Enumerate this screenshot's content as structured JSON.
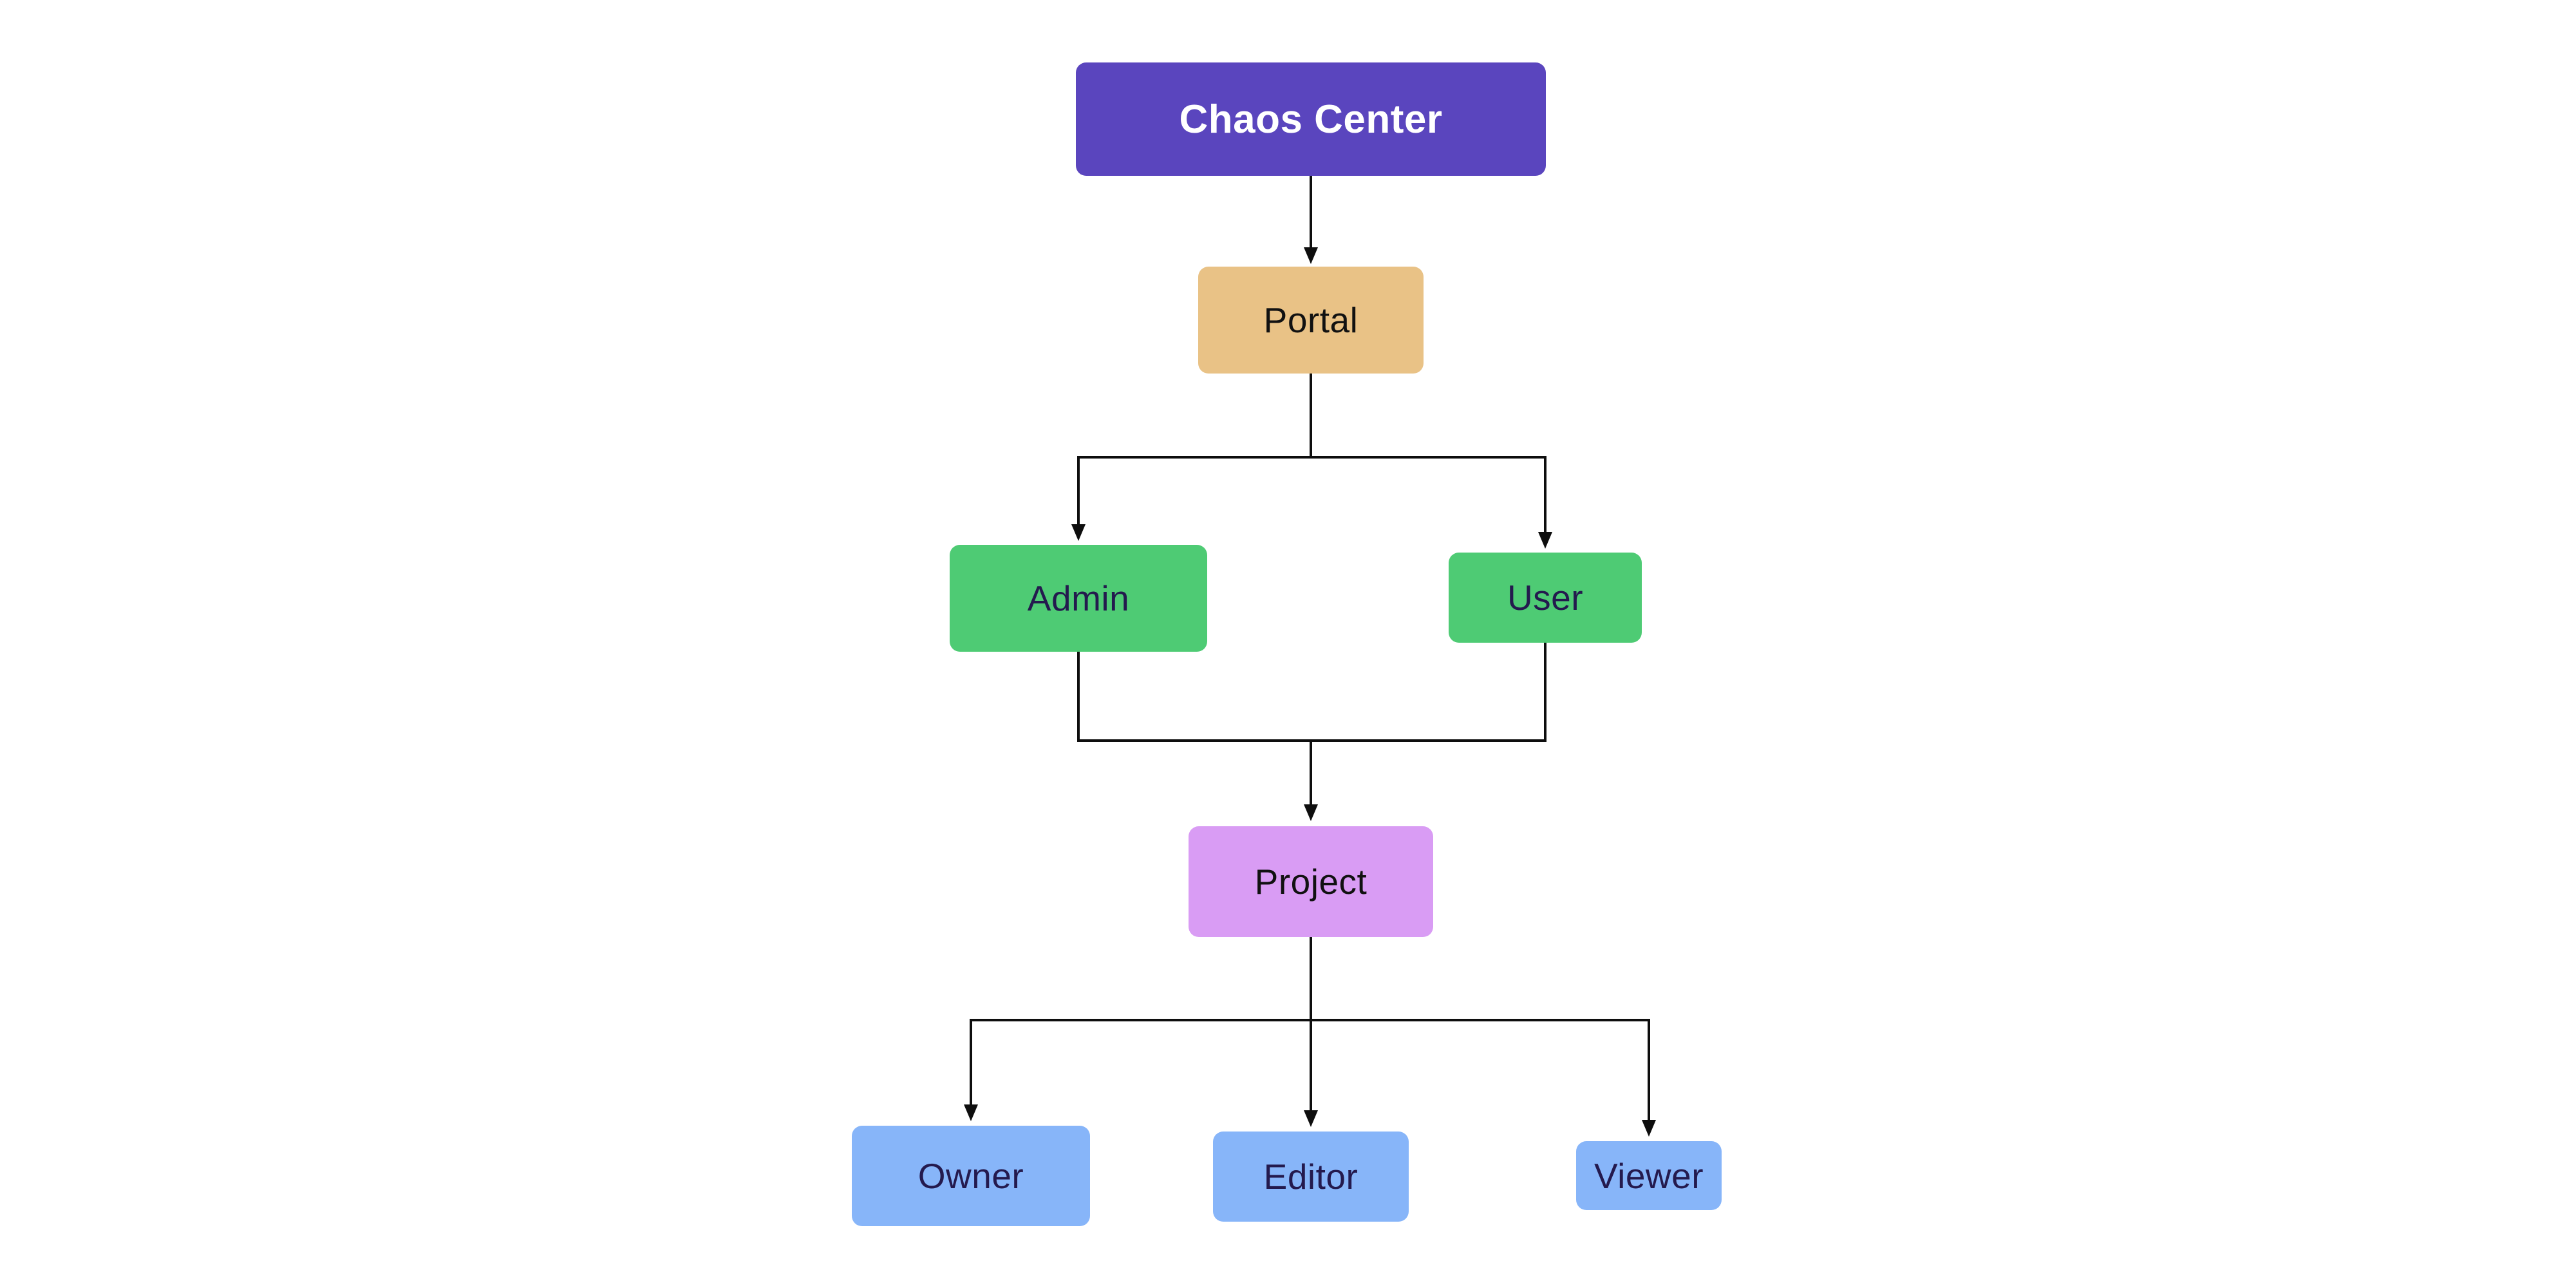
{
  "diagram": {
    "background": "#ffffff",
    "line_color": "#0e0e0e",
    "nodes": [
      {
        "id": "chaos-center",
        "label": "Chaos Center",
        "bg": "#5a45be",
        "fg": "#ffffff"
      },
      {
        "id": "portal",
        "label": "Portal",
        "bg": "#e9c286",
        "fg": "#111111"
      },
      {
        "id": "admin",
        "label": "Admin",
        "bg": "#4ecb74",
        "fg": "#241a4e"
      },
      {
        "id": "user",
        "label": "User",
        "bg": "#4ecb74",
        "fg": "#241a4e"
      },
      {
        "id": "project",
        "label": "Project",
        "bg": "#d99cf4",
        "fg": "#111111"
      },
      {
        "id": "owner",
        "label": "Owner",
        "bg": "#87b5f9",
        "fg": "#241a4e"
      },
      {
        "id": "editor",
        "label": "Editor",
        "bg": "#87b5f9",
        "fg": "#241a4e"
      },
      {
        "id": "viewer",
        "label": "Viewer",
        "bg": "#87b5f9",
        "fg": "#241a4e"
      }
    ],
    "edges": [
      {
        "from": "Chaos Center",
        "to": "Portal"
      },
      {
        "from": "Portal",
        "to": "Admin"
      },
      {
        "from": "Portal",
        "to": "User"
      },
      {
        "from": "Admin",
        "to": "Project"
      },
      {
        "from": "User",
        "to": "Project"
      },
      {
        "from": "Project",
        "to": "Owner"
      },
      {
        "from": "Project",
        "to": "Editor"
      },
      {
        "from": "Project",
        "to": "Viewer"
      }
    ]
  }
}
